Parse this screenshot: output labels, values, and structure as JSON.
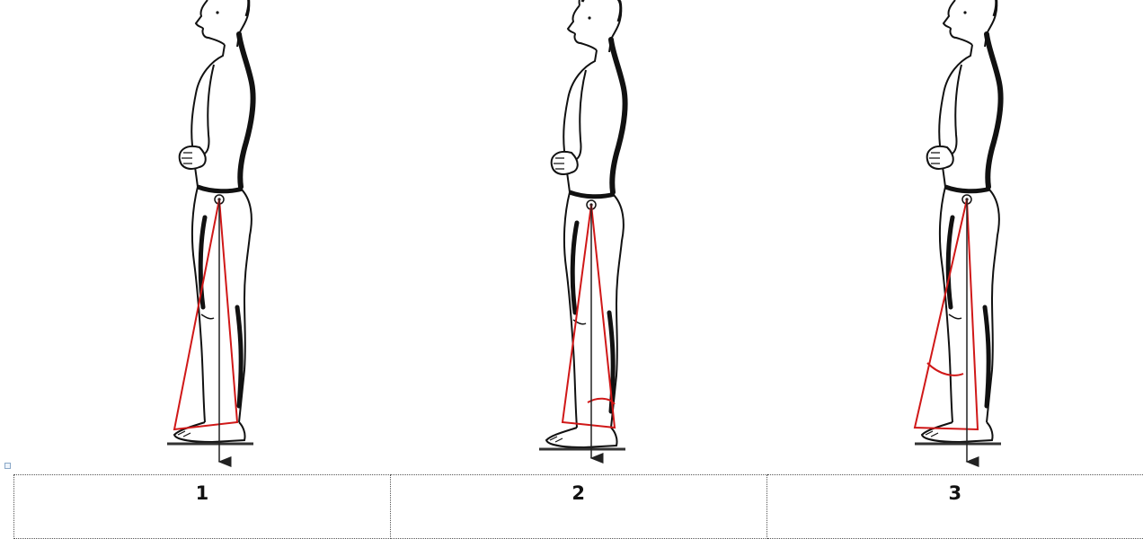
{
  "colors": {
    "ink": "#111111",
    "construction_lines": "#d01818",
    "gravity_line": "#222222"
  },
  "figures": [
    {
      "icon": "standing-man-side-view-icon"
    },
    {
      "icon": "standing-man-side-view-icon"
    },
    {
      "icon": "standing-man-side-view-icon"
    }
  ],
  "table": {
    "cells": [
      "1",
      "2",
      "3"
    ]
  }
}
